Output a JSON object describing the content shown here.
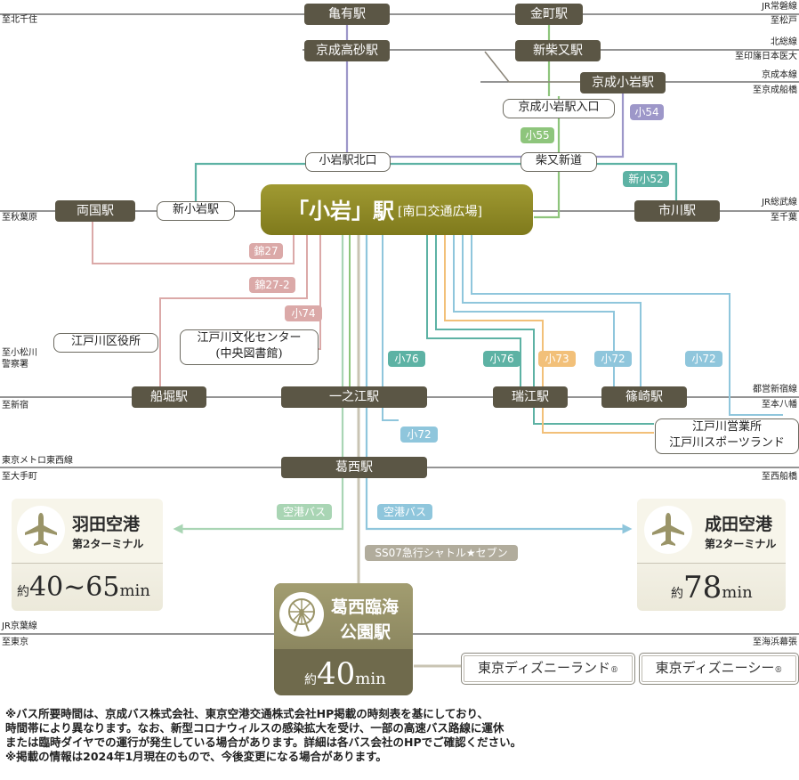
{
  "colors": {
    "station": "#5b5645",
    "center": "#8d8725",
    "pink": "#dba9a8",
    "purple": "#9d97c9",
    "green": "#8ec57c",
    "teal": "#5db2a4",
    "lightgreen": "#a9d5b4",
    "blue": "#8fc6dc",
    "orange": "#f2c079",
    "beige": "#c9c4b3",
    "rail": "#444444"
  },
  "lines": {
    "joban": {
      "left": "至北千住",
      "right_top": "JR常磐線",
      "right_bottom": "至松戸"
    },
    "hokuso": {
      "right_top": "北総線",
      "right_bottom": "至印旛日本医大"
    },
    "keisei": {
      "right_top": "京成本線",
      "right_bottom": "至京成船橋"
    },
    "sobu": {
      "left": "至秋葉原",
      "right_top": "JR総武線",
      "right_bottom": "至千葉"
    },
    "koban_left": {
      "top": "至小松川",
      "bottom": "警察署"
    },
    "shinjuku": {
      "left": "至新宿",
      "right_top": "都営新宿線",
      "right_bottom": "至本八幡"
    },
    "tozai": {
      "left_top": "東京メトロ東西線",
      "left_bottom": "至大手町",
      "right": "至西船橋"
    },
    "keiyo": {
      "left_top": "JR京葉線",
      "left_bottom": "至東京",
      "right": "至海浜幕張"
    }
  },
  "stations": {
    "kameari": "亀有駅",
    "kanamachi": "金町駅",
    "keisei_takasago": "京成高砂駅",
    "shibamata": "新柴又駅",
    "keisei_koiwa": "京成小岩駅",
    "keisei_koiwa_iriguchi": "京成小岩駅入口",
    "koiwa_kitaguchi": "小岩駅北口",
    "shibamata_shindo": "柴又新道",
    "ryogoku": "両国駅",
    "shinkoiwa": "新小岩駅",
    "ichikawa": "市川駅",
    "edogawa_kuyakusho": "江戸川区役所",
    "bunka_center": "江戸川文化センター",
    "bunka_center_sub": "(中央図書館)",
    "funabori": "船堀駅",
    "ichinoe": "一之江駅",
    "mizue": "瑞江駅",
    "shinozaki": "篠崎駅",
    "eigyosho_1": "江戸川営業所",
    "eigyosho_2": "江戸川スポーツランド",
    "kasai": "葛西駅"
  },
  "center": {
    "name": "「小岩」駅",
    "sub": "[南口交通広場]"
  },
  "bus_routes": {
    "ko54": "小54",
    "ko55": "小55",
    "shinko52": "新小52",
    "nishiki27": "錦27",
    "nishiki27_2": "錦27-2",
    "ko74": "小74",
    "ko76_a": "小76",
    "ko76_b": "小76",
    "ko73": "小73",
    "ko72_a": "小72",
    "ko72_b": "小72",
    "ko72_c": "小72",
    "airport_bus_left": "空港バス",
    "airport_bus_right": "空港バス",
    "ss07": "SS07急行シャトル★セブン"
  },
  "haneda": {
    "title": "羽田空港",
    "sub": "第2ターミナル",
    "prefix": "約",
    "time": "40~65",
    "unit": "min"
  },
  "narita": {
    "title": "成田空港",
    "sub": "第2ターミナル",
    "prefix": "約",
    "time": "78",
    "unit": "min"
  },
  "kasai_rinkai": {
    "title1": "葛西臨海",
    "title2": "公園駅",
    "prefix": "約",
    "time": "40",
    "unit": "min"
  },
  "disney": {
    "land": "東京ディズニーランド",
    "sea": "東京ディズニーシー",
    "mark": "®"
  },
  "footnote": [
    "※バス所要時間は、京成バス株式会社、東京空港交通株式会社HP掲載の時刻表を基にしており、",
    "時間帯により異なります。なお、新型コロナウィルスの感染拡大を受け、一部の高速バス路線に運休",
    "または臨時ダイヤでの運行が発生している場合があります。詳細は各バス会社のHPでご確認ください。",
    "※掲載の情報は2024年1月現在のもので、今後変更になる場合があります。"
  ]
}
